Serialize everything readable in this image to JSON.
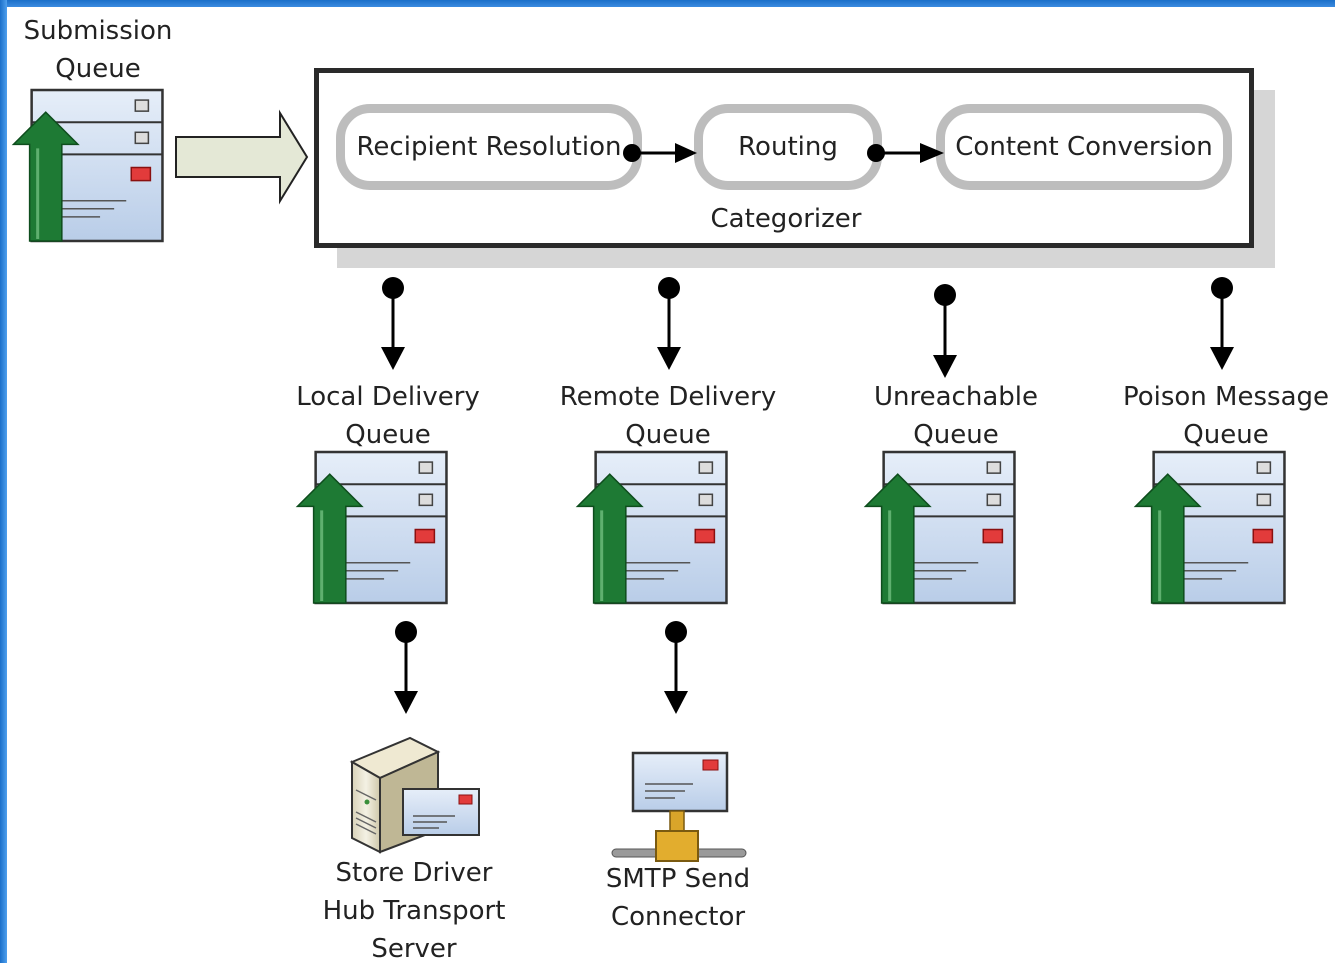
{
  "queues": {
    "submission": [
      "Submission",
      "Queue"
    ],
    "local": [
      "Local Delivery",
      "Queue"
    ],
    "remote": [
      "Remote Delivery",
      "Queue"
    ],
    "unreachable": [
      "Unreachable",
      "Queue"
    ],
    "poison": [
      "Poison Message",
      "Queue"
    ]
  },
  "categorizer": {
    "label": "Categorizer",
    "stages": [
      "Recipient Resolution",
      "Routing",
      "Content Conversion"
    ]
  },
  "destinations": {
    "store_driver": [
      "Store Driver",
      "Hub Transport",
      "Server"
    ],
    "smtp": [
      "SMTP Send",
      "Connector"
    ]
  },
  "colors": {
    "frame": "#1a6fc9",
    "arrow_green": "#1e7a34",
    "queue_blue": "#c9d9ef",
    "big_arrow_fill": "#e4e8d6",
    "stage_border": "#bdbdbd"
  }
}
